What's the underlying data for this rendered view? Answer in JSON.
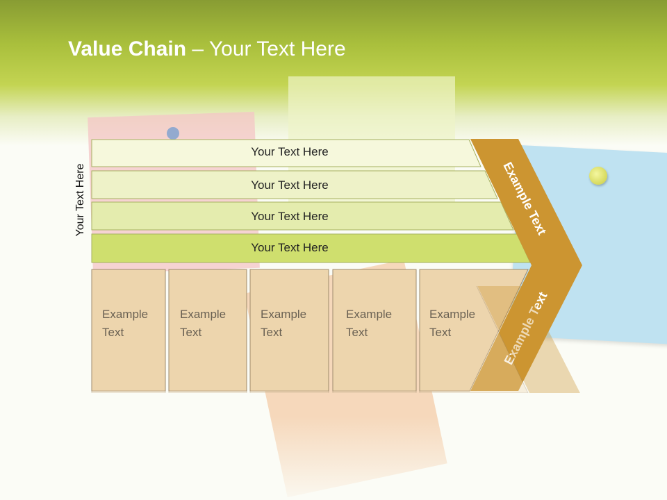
{
  "title": {
    "bold": "Value Chain",
    "rest": " – Your Text Here"
  },
  "side_label": "Your Text Here",
  "bars": [
    {
      "label": "Your Text Here"
    },
    {
      "label": "Your Text Here"
    },
    {
      "label": "Your Text Here"
    },
    {
      "label": "Your Text Here"
    }
  ],
  "cells": [
    {
      "line1": "Example",
      "line2": "Text"
    },
    {
      "line1": "Example",
      "line2": "Text"
    },
    {
      "line1": "Example",
      "line2": "Text"
    },
    {
      "line1": "Example",
      "line2": "Text"
    },
    {
      "line1": "Example",
      "line2": "Text"
    }
  ],
  "arrow": {
    "top_label": "Example Text",
    "bottom_label": "Example Text"
  },
  "colors": {
    "bar_fills": [
      "#f6f8dc",
      "#eef2c8",
      "#e4ecae",
      "#cfdf6e"
    ],
    "bar_stroke": "#a6b060",
    "cell_fill": "#edd5ad",
    "cell_stroke": "#9e8a6c",
    "arrow_fill": "#cc9531"
  }
}
